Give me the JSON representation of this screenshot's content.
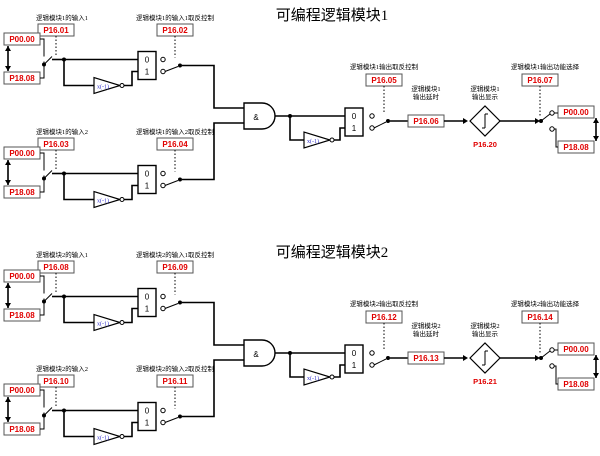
{
  "modules": [
    {
      "title": "可编程逻辑模块1",
      "input1_label": "逻辑模块1的输入1",
      "input1_param": "P16.01",
      "input1_invert_label": "逻辑模块1的输入1取反控制",
      "input1_invert_param": "P16.02",
      "input1_top": "P00.00",
      "input1_bottom": "P18.08",
      "input2_label": "逻辑模块1的输入2",
      "input2_param": "P16.03",
      "input2_invert_label": "逻辑模块1的输入2取反控制",
      "input2_invert_param": "P16.04",
      "input2_top": "P00.00",
      "input2_bottom": "P18.08",
      "out_invert_label": "逻辑模块1输出取反控制",
      "out_invert_param": "P16.05",
      "delay_label_1": "逻辑模块1",
      "delay_label_2": "输出延时",
      "delay_param": "P16.06",
      "display_label_1": "逻辑模块1",
      "display_label_2": "输出显示",
      "display_param": "P16.20",
      "func_label": "逻辑模块1输出功能选择",
      "func_param": "P16.07",
      "func_top": "P00.00",
      "func_bottom": "P18.08"
    },
    {
      "title": "可编程逻辑模块2",
      "input1_label": "逻辑模块2的输入1",
      "input1_param": "P16.08",
      "input1_invert_label": "逻辑模块2的输入1取反控制",
      "input1_invert_param": "P16.09",
      "input1_top": "P00.00",
      "input1_bottom": "P18.08",
      "input2_label": "逻辑模块2的输入2",
      "input2_param": "P16.10",
      "input2_invert_label": "逻辑模块2的输入2取反控制",
      "input2_invert_param": "P16.11",
      "input2_top": "P00.00",
      "input2_bottom": "P18.08",
      "out_invert_label": "逻辑模块2输出取反控制",
      "out_invert_param": "P16.12",
      "delay_label_1": "逻辑模块2",
      "delay_label_2": "输出延时",
      "delay_param": "P16.13",
      "display_label_1": "逻辑模块2",
      "display_label_2": "输出显示",
      "display_param": "P16.21",
      "func_label": "逻辑模块2输出功能选择",
      "func_param": "P16.14",
      "func_top": "P00.00",
      "func_bottom": "P18.08"
    }
  ],
  "symbols": {
    "and": "&",
    "not": "x(-1)",
    "zero": "0",
    "one": "1"
  }
}
